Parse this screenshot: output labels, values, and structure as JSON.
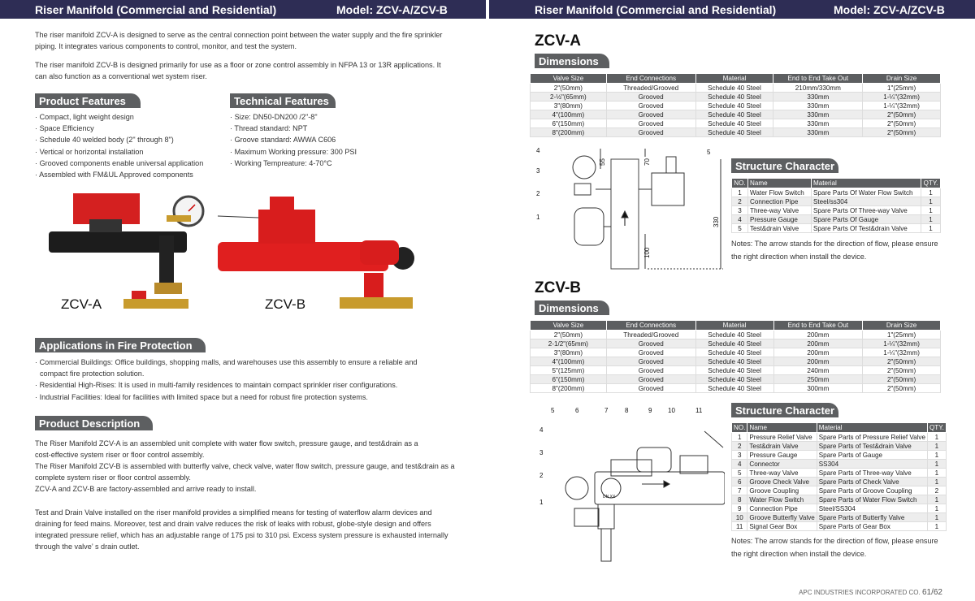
{
  "header": {
    "left_title": "Riser Manifold (Commercial and Residential)",
    "left_model": "Model: ZCV-A/ZCV-B",
    "right_title": "Riser Manifold (Commercial and Residential)",
    "right_model": "Model: ZCV-A/ZCV-B"
  },
  "intro": {
    "p1a": "The riser manifold ZCV-A is designed to serve as the central connection point between the water supply and the fire sprinkler",
    "p1b": "piping. It integrates various components to control, monitor, and test the system.",
    "p2a": "The riser manifold ZCV-B is designed primarily for use as a floor or zone control assembly in NFPA 13 or 13R applications. It",
    "p2b": "can also function as a conventional wet system riser."
  },
  "product_features": {
    "title": "Product Features",
    "items": [
      "Compact, light weight design",
      "Space Efficiency",
      "Schedule 40 welded body (2\" through 8\")",
      "Vertical or horizontal installation",
      "Grooved components enable universal application",
      "Assembled with FM&UL Approved components"
    ]
  },
  "technical_features": {
    "title": "Technical Features",
    "items": [
      "Size: DN50-DN200 /2\"-8\"",
      "Thread standard: NPT",
      "Groove standard: AWWA C606",
      "Maximum Working pressure: 300 PSI",
      "Working Tempreature: 4-70°C"
    ]
  },
  "photos": {
    "a_label": "ZCV-A",
    "b_label": "ZCV-B"
  },
  "applications": {
    "title": "Applications in Fire Protection",
    "items": [
      "Commercial Buildings: Office buildings, shopping malls, and warehouses use this assembly to ensure a reliable and",
      "Residential High-Rises: It is used in multi-family residences to maintain compact sprinkler riser configurations.",
      "Industrial Facilities: Ideal for facilities with limited space but a need for robust fire protection systems."
    ],
    "item1_cont": "compact fire protection solution."
  },
  "product_description": {
    "title": "Product Description",
    "lines1": [
      "The Riser Manifold ZCV-A is an assembled unit complete with water flow switch, pressure gauge, and test&drain as a",
      "cost-effective system riser or floor control assembly.",
      "The Riser Manifold ZCV-B is assembled with butterfly valve, check valve, water flow switch, pressure gauge, and test&drain as a",
      "complete system riser or floor control assembly.",
      "ZCV-A and ZCV-B are factory-assembled and arrive ready to install."
    ],
    "lines2": [
      "Test and Drain Valve installed on the riser manifold provides a simplified means for testing of waterflow alarm devices and",
      "draining for feed mains. Moreover, test and drain valve reduces the risk of leaks with robust, globe-style design and offers",
      "integrated pressure relief, which has an adjustable range of 175 psi to 310 psi. Excess system pressure is exhausted internally",
      "through the valve’ s drain outlet."
    ]
  },
  "zcv_a": {
    "heading": "ZCV-A",
    "dimensions_title": "Dimensions",
    "dim_headers": [
      "Valve Size",
      "End Connections",
      "Material",
      "End to End Take Out",
      "Drain Size"
    ],
    "dim_rows": [
      [
        "2\"(50mm)",
        "Threaded/Grooved",
        "Schedule 40 Steel",
        "210mm/330mm",
        "1\"(25mm)"
      ],
      [
        "2-½\"(65mm)",
        "Grooved",
        "Schedule 40 Steel",
        "330mm",
        "1-¼\"(32mm)"
      ],
      [
        "3\"(80mm)",
        "Grooved",
        "Schedule 40 Steel",
        "330mm",
        "1-¼\"(32mm)"
      ],
      [
        "4\"(100mm)",
        "Grooved",
        "Schedule 40 Steel",
        "330mm",
        "2\"(50mm)"
      ],
      [
        "6\"(150mm)",
        "Grooved",
        "Schedule 40 Steel",
        "330mm",
        "2\"(50mm)"
      ],
      [
        "8\"(200mm)",
        "Grooved",
        "Schedule 40 Steel",
        "330mm",
        "2\"(50mm)"
      ]
    ],
    "structure_title": "Structure Character",
    "st_headers": [
      "NO.",
      "Name",
      "Material",
      "QTY."
    ],
    "st_rows": [
      [
        "1",
        "Water Flow Switch",
        "Spare Parts Of Water Flow Switch",
        "1"
      ],
      [
        "2",
        "Connection Pipe",
        "Steel/ss304",
        "1"
      ],
      [
        "3",
        "Three-way Valve",
        "Spare Parts Of Three-way Valve",
        "1"
      ],
      [
        "4",
        "Pressure Gauge",
        "Spare Parts Of Gauge",
        "1"
      ],
      [
        "5",
        "Test&drain Valve",
        "Spare Parts Of Test&drain Valve",
        "1"
      ]
    ],
    "note1": "Notes: The arrow stands for the direction of flow, please ensure",
    "note2": "the right direction when install the device.",
    "drawing": {
      "n1": "1",
      "n2": "2",
      "n3": "3",
      "n4": "4",
      "n5": "5",
      "d55": "55",
      "d70": "70",
      "d100": "100",
      "d330": "330"
    }
  },
  "zcv_b": {
    "heading": "ZCV-B",
    "dimensions_title": "Dimensions",
    "dim_headers": [
      "Valve Size",
      "End Connections",
      "Material",
      "End to End Take Out",
      "Drain Size"
    ],
    "dim_rows": [
      [
        "2\"(50mm)",
        "Threaded/Grooved",
        "Schedule 40 Steel",
        "200mm",
        "1\"(25mm)"
      ],
      [
        "2-1/2\"(65mm)",
        "Grooved",
        "Schedule 40 Steel",
        "200mm",
        "1-¼\"(32mm)"
      ],
      [
        "3\"(80mm)",
        "Grooved",
        "Schedule 40 Steel",
        "200mm",
        "1-¼\"(32mm)"
      ],
      [
        "4\"(100mm)",
        "Grooved",
        "Schedule 40 Steel",
        "200mm",
        "2\"(50mm)"
      ],
      [
        "5\"(125mm)",
        "Grooved",
        "Schedule 40 Steel",
        "240mm",
        "2\"(50mm)"
      ],
      [
        "6\"(150mm)",
        "Grooved",
        "Schedule 40 Steel",
        "250mm",
        "2\"(50mm)"
      ],
      [
        "8\"(200mm)",
        "Grooved",
        "Schedule 40 Steel",
        "300mm",
        "2\"(50mm)"
      ]
    ],
    "structure_title": "Structure Character",
    "st_headers": [
      "NO.",
      "Name",
      "Material",
      "QTY."
    ],
    "st_rows": [
      [
        "1",
        "Pressure Relief Valve",
        "Spare Parts of Pressure Relief Valve",
        "1"
      ],
      [
        "2",
        "Test&drain Valve",
        "Spare Parts of Test&drain Valve",
        "1"
      ],
      [
        "3",
        "Pressure Gauge",
        "Spare Parts of Gauge",
        "1"
      ],
      [
        "4",
        "Connector",
        "SS304",
        "1"
      ],
      [
        "5",
        "Three-way Valve",
        "Spare Parts of Three-way Valve",
        "1"
      ],
      [
        "6",
        "Groove Check Valve",
        "Spare Parts of Check Valve",
        "1"
      ],
      [
        "7",
        "Groove Coupling",
        "Spare Parts of Groove Coupling",
        "2"
      ],
      [
        "8",
        "Water Flow Switch",
        "Spare Parts of Water Flow Switch",
        "1"
      ],
      [
        "9",
        "Connection Pipe",
        "Steel/SS304",
        "1"
      ],
      [
        "10",
        "Groove Butterfly Valve",
        "Spare Parts of Butterfly Valve",
        "1"
      ],
      [
        "11",
        "Signal Gear Box",
        "Spare Parts of Gear Box",
        "1"
      ]
    ],
    "note1": "Notes: The arrow stands for the direction of flow, please ensure",
    "note2": "the right direction when install the device.",
    "drawing": {
      "n1": "1",
      "n2": "2",
      "n3": "3",
      "n4": "4",
      "n5": "5",
      "n6": "6",
      "n7": "7",
      "n8": "8",
      "n9": "9",
      "n10": "10",
      "n11": "11",
      "dnxx": "DN XX"
    }
  },
  "footer": {
    "company": "APC INDUSTRIES INCORPORATED CO.",
    "pages": "61/62"
  }
}
